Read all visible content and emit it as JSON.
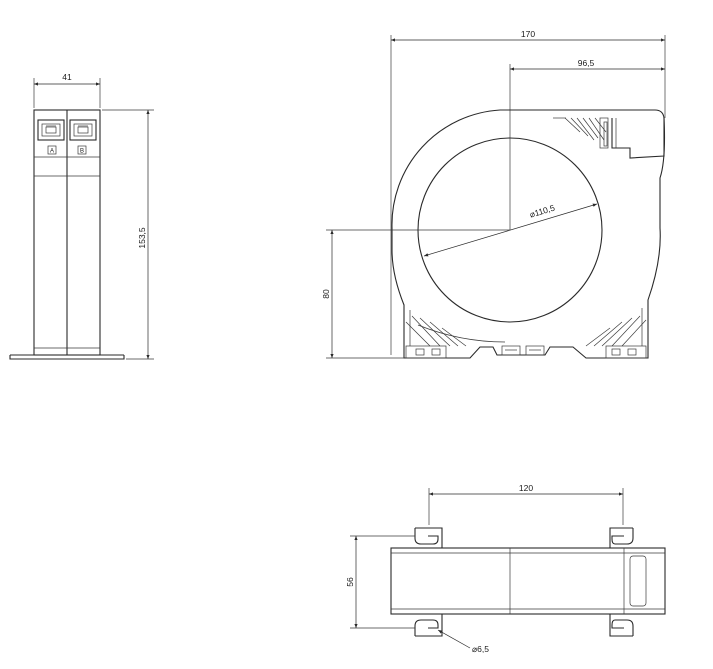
{
  "dimensions": {
    "side_width": "41",
    "side_height": "153,5",
    "front_width": "170",
    "front_offset": "96,5",
    "inner_diameter": "110,5",
    "front_lower_height": "80",
    "bottom_length": "120",
    "bottom_width": "56",
    "hole_diameter": "6,5"
  },
  "ports": {
    "port_a_label": "A",
    "port_b_label": "B"
  }
}
